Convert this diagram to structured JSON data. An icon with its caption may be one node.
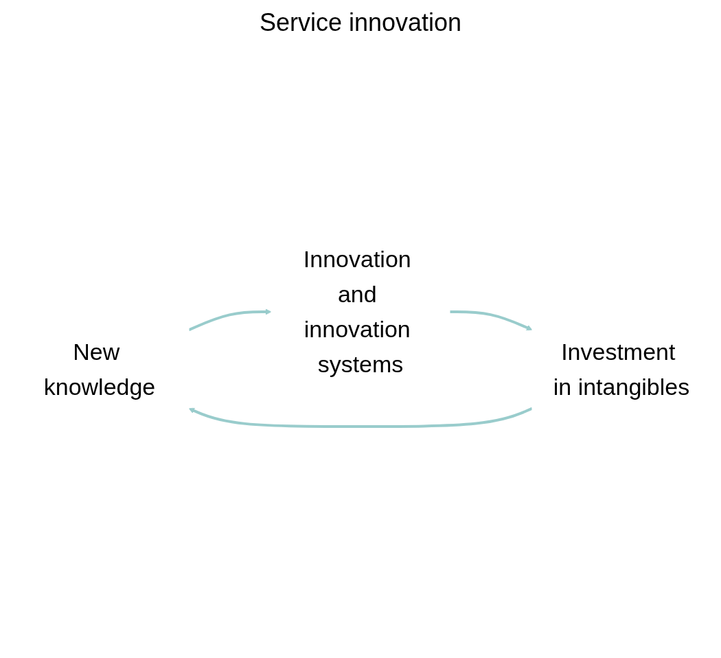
{
  "diagram": {
    "nodes": [
      {
        "text": [
          "New knowledge"
        ]
      },
      {
        "text": [
          "Innovation and innovation systems"
        ]
      },
      {
        "text": [
          "Investment in intangibles"
        ]
      }
    ],
    "edges": [
      {
        "from": 0,
        "to": 1,
        "arrow": "to"
      },
      {
        "from": 1,
        "to": 2,
        "arrow": "to"
      },
      {
        "from": 2,
        "to": 0,
        "arrow": "to"
      }
    ],
    "labels": [
      "Service innovation"
    ]
  }
}
